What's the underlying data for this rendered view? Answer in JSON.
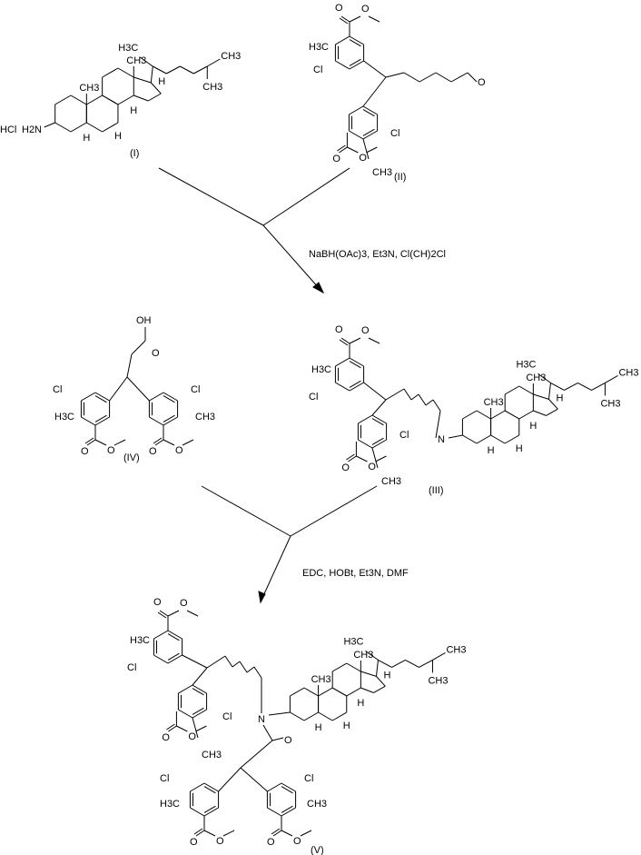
{
  "compounds": {
    "I": {
      "label": "(I)",
      "salt": "HCl",
      "amine": "H2N"
    },
    "II": {
      "label": "(II)"
    },
    "III": {
      "label": "(III)",
      "amine": "N"
    },
    "IV": {
      "label": "(IV)"
    },
    "V": {
      "label": "(V)",
      "amine": "N"
    }
  },
  "reagents": {
    "step1": "NaBH(OAc)3, Et3N, Cl(CH)2Cl",
    "step2": "EDC, HOBt, Et3N, DMF"
  },
  "atoms": {
    "methyl": "CH3",
    "methyl_left": "H3C",
    "hydrogen": "H",
    "chloro": "Cl",
    "oxygen": "O",
    "hydroxyl": "OH"
  },
  "colors": {
    "ink": "#000000",
    "background": "#ffffff"
  }
}
